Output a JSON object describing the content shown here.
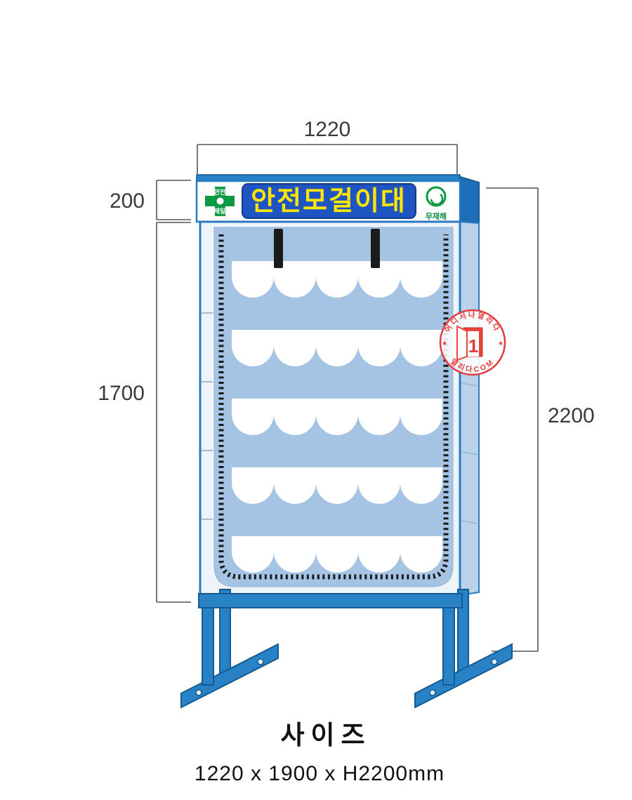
{
  "dimensions": {
    "top_width": "1220",
    "header_height": "200",
    "body_height": "1700",
    "total_height": "2200"
  },
  "header": {
    "sign_text": "안전모걸이대",
    "cross_logo_top": "안전",
    "cross_logo_bottom": "제일",
    "zero_accident": "무재해"
  },
  "stamp": {
    "arc_top": "어디서나열리다",
    "arc_bottom": "열리다COM",
    "star": "★",
    "door_number": "1"
  },
  "caption": {
    "title": "사이즈",
    "size": "1220 x 1900 x H2200mm"
  },
  "colors": {
    "frame_blue": "#2a82c6",
    "dark_blue": "#155a92",
    "panel_blue": "#a5c3e2",
    "side_blue": "#bad2ea",
    "sign_blue": "#1e55c3",
    "sign_yellow": "#ffe600",
    "safety_green": "#0a9a44",
    "stamp_red": "#e23b3b",
    "dim_gray": "#3a3a3a"
  }
}
